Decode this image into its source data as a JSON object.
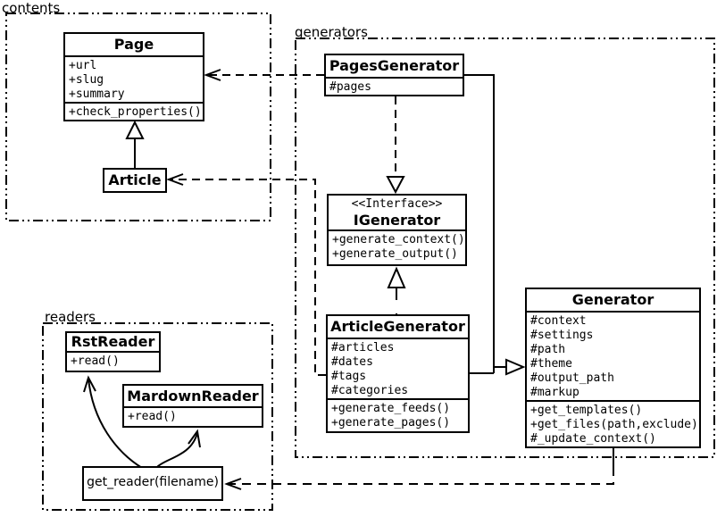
{
  "packages": {
    "contents": {
      "label": "contents"
    },
    "generators": {
      "label": "generators"
    },
    "readers": {
      "label": "readers"
    }
  },
  "classes": {
    "page": {
      "title": "Page",
      "attributes": [
        "+url",
        "+slug",
        "+summary"
      ],
      "methods": [
        "+check_properties()"
      ]
    },
    "article": {
      "title": "Article"
    },
    "pages_generator": {
      "title": "PagesGenerator",
      "attributes": [
        "#pages"
      ]
    },
    "igenerator": {
      "stereotype": "<<Interface>>",
      "title": "IGenerator",
      "methods": [
        "+generate_context()",
        "+generate_output()"
      ]
    },
    "article_generator": {
      "title": "ArticleGenerator",
      "attributes": [
        "#articles",
        "#dates",
        "#tags",
        "#categories"
      ],
      "methods": [
        "+generate_feeds()",
        "+generate_pages()"
      ]
    },
    "generator": {
      "title": "Generator",
      "attributes": [
        "#context",
        "#settings",
        "#path",
        "#theme",
        "#output_path",
        "#markup"
      ],
      "methods": [
        "+get_templates()",
        "+get_files(path,exclude)",
        "#_update_context()"
      ]
    },
    "rst_reader": {
      "title": "RstReader",
      "methods": [
        "+read()"
      ]
    },
    "mardown_reader": {
      "title": "MardownReader",
      "methods": [
        "+read()"
      ]
    },
    "get_reader": {
      "title": "get_reader(filename)"
    }
  },
  "relations": {
    "article_to_page": "generalization",
    "pagesgenerator_to_page": "dependency",
    "articlegenerator_to_article": "dependency",
    "pagesgenerator_to_igenerator": "realization",
    "articlegenerator_to_igenerator": "generalization",
    "generators_to_generator": "generalization",
    "generator_to_get_reader": "dependency",
    "get_reader_to_rstreader": "call",
    "get_reader_to_mardownreader": "call"
  },
  "colors": {
    "line": "#000000",
    "background": "#ffffff",
    "box_fill": "#ffffff"
  }
}
